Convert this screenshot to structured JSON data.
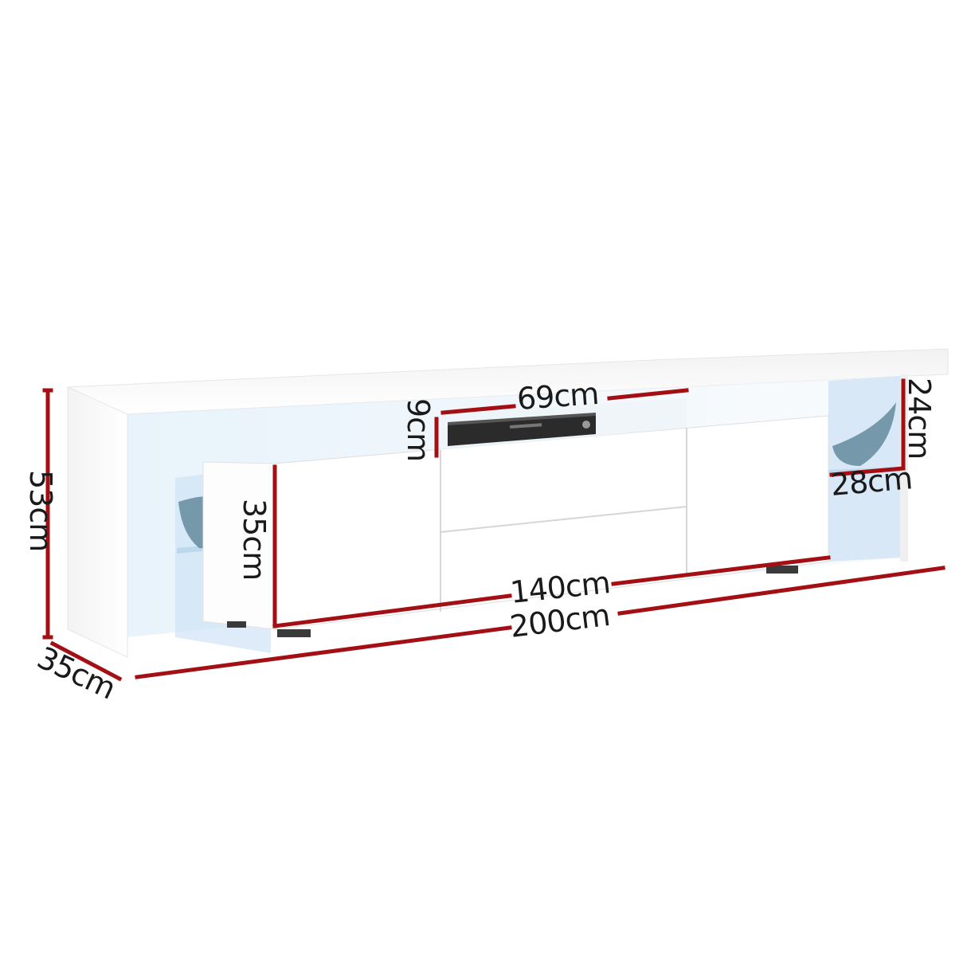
{
  "colors": {
    "dimension_line": "#a40f14",
    "label_text": "#1a1a1a",
    "cabinet_white": "#fbfbfb",
    "glow_blue": "#cfe4f5",
    "shelf_glass": "#bcd8ec"
  },
  "dimensions": {
    "overall_height": "53cm",
    "depth": "35cm",
    "overall_width": "200cm",
    "base_width": "140cm",
    "base_height": "35cm",
    "recess_height": "9cm",
    "recess_width": "69cm",
    "side_shelf_height": "24cm",
    "side_shelf_depth": "28cm"
  }
}
